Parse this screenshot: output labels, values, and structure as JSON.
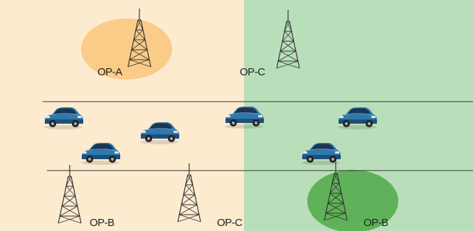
{
  "colors": {
    "left_region": "#fdebd0",
    "right_region": "#b9dfba",
    "highlight_a": "#f9c77a",
    "highlight_b": "#5fb25a",
    "road_line": "#333333",
    "tower": "#333333",
    "car_body": "#2f78ad",
    "car_dark": "#1d4f78",
    "car_window": "#1b3550"
  },
  "towers": [
    {
      "label": "OP-A",
      "icon": "cell-tower-icon",
      "highlighted": true,
      "highlight_color": "orange"
    },
    {
      "label": "OP-C",
      "icon": "cell-tower-icon",
      "highlighted": false
    },
    {
      "label": "OP-B",
      "icon": "cell-tower-icon",
      "highlighted": false
    },
    {
      "label": "OP-C",
      "icon": "cell-tower-icon",
      "highlighted": false
    },
    {
      "label": "OP-B",
      "icon": "cell-tower-icon",
      "highlighted": true,
      "highlight_color": "green"
    }
  ],
  "vehicles": [
    {
      "icon": "car-icon"
    },
    {
      "icon": "car-icon"
    },
    {
      "icon": "car-icon"
    },
    {
      "icon": "car-icon"
    },
    {
      "icon": "car-icon"
    },
    {
      "icon": "car-icon"
    }
  ]
}
